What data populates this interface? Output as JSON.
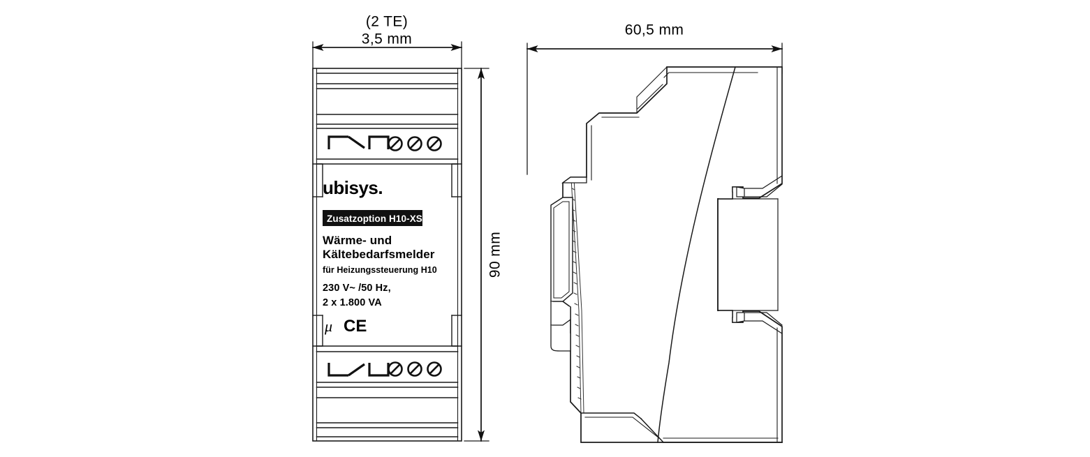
{
  "drawing": {
    "type": "technical-dimensional-drawing",
    "background_color": "#ffffff",
    "line_color": "#1a1a1a",
    "views": [
      "front-view",
      "side-view"
    ]
  },
  "dimensions": {
    "width_te": "(2 TE)",
    "width_mm": "3,5 mm",
    "height_mm": "90 mm",
    "depth_mm": "60,5 mm"
  },
  "front_view": {
    "label": {
      "brand": "ubisys.",
      "badge": "Zusatzoption H10-XS",
      "title_line1": "Wärme- und",
      "title_line2": "Kältebedarfsmelder",
      "subtitle": "für Heizungssteuerung H10",
      "spec_line1": "230 V~ /50 Hz,",
      "spec_line2": "2 x 1.800 VA",
      "mark_mu": "μ",
      "mark_ce": "CE"
    },
    "top_terminal": {
      "symbol": "changeover-contact-symbol",
      "screw_count": 3
    },
    "bottom_terminal": {
      "symbol": "changeover-contact-symbol-mirrored",
      "screw_count": 3
    }
  },
  "side_view": {
    "features": [
      "din-rail-release-lever",
      "din-rail-clip-upper",
      "din-rail-clip-lower",
      "lever-pivot-hole"
    ]
  }
}
